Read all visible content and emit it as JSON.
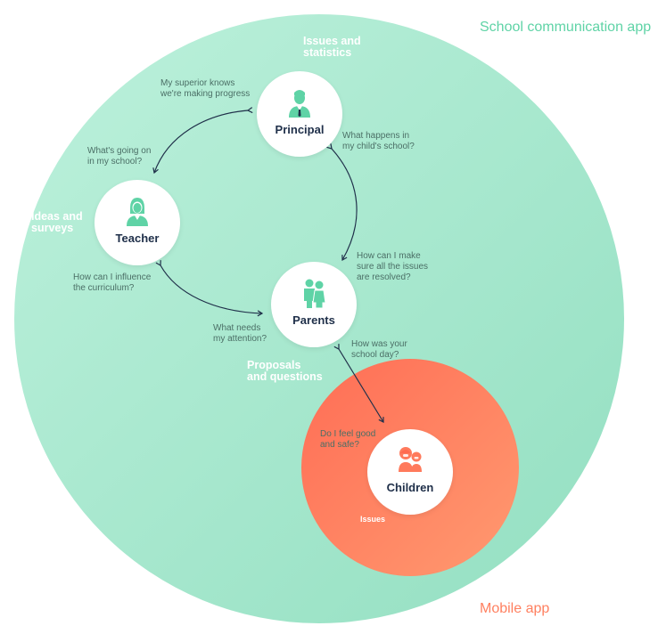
{
  "titles": {
    "school_app": "School communication app",
    "mobile_app": "Mobile app"
  },
  "groups": {
    "principal": "Issues and\nstatistics",
    "teacher": "Ideas and\nsurveys",
    "parents": "Proposals\nand questions",
    "children": "Issues"
  },
  "nodes": {
    "principal": "Principal",
    "teacher": "Teacher",
    "parents": "Parents",
    "children": "Children"
  },
  "questions": {
    "superior": "My superior knows\nwe're making progress",
    "going_on": "What's going on\nin my school?",
    "happens": "What happens in\nmy child's school?",
    "influence": "How can I influence\nthe curriculum?",
    "resolved": "How can I make\nsure all the issues\nare resolved?",
    "attention": "What needs\nmy attention?",
    "school_day": "How was your\nschool day?",
    "feel_good": "Do I feel good\nand safe?"
  },
  "colors": {
    "green": "#5fd3a6",
    "green_fill": "#a6ead0",
    "orange": "#ff8060",
    "dark": "#20304a"
  },
  "icons": {
    "principal": "principal-icon",
    "teacher": "teacher-icon",
    "parents": "parents-icon",
    "children": "children-icon"
  }
}
